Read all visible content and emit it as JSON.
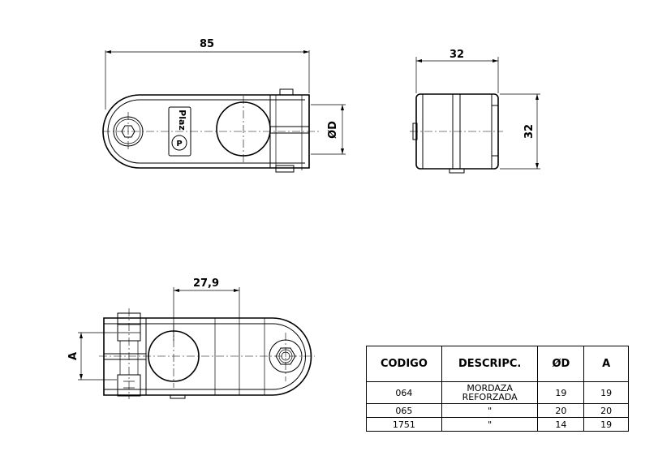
{
  "drawing": {
    "dimensions": {
      "length": "85",
      "width_top": "32",
      "height_side": "32",
      "diameter": "ØD",
      "offset": "27,9",
      "a_label": "A"
    },
    "logo": {
      "text": "Plaz",
      "mark": "P"
    }
  },
  "table": {
    "headers": [
      "CODIGO",
      "DESCRIPC.",
      "ØD",
      "A"
    ],
    "rows": [
      {
        "codigo": "064",
        "descripc": "MORDAZA REFORZADA",
        "d": "19",
        "a": "19"
      },
      {
        "codigo": "065",
        "descripc": "\"",
        "d": "20",
        "a": "20"
      },
      {
        "codigo": "1751",
        "descripc": "\"",
        "d": "14",
        "a": "19"
      }
    ]
  }
}
